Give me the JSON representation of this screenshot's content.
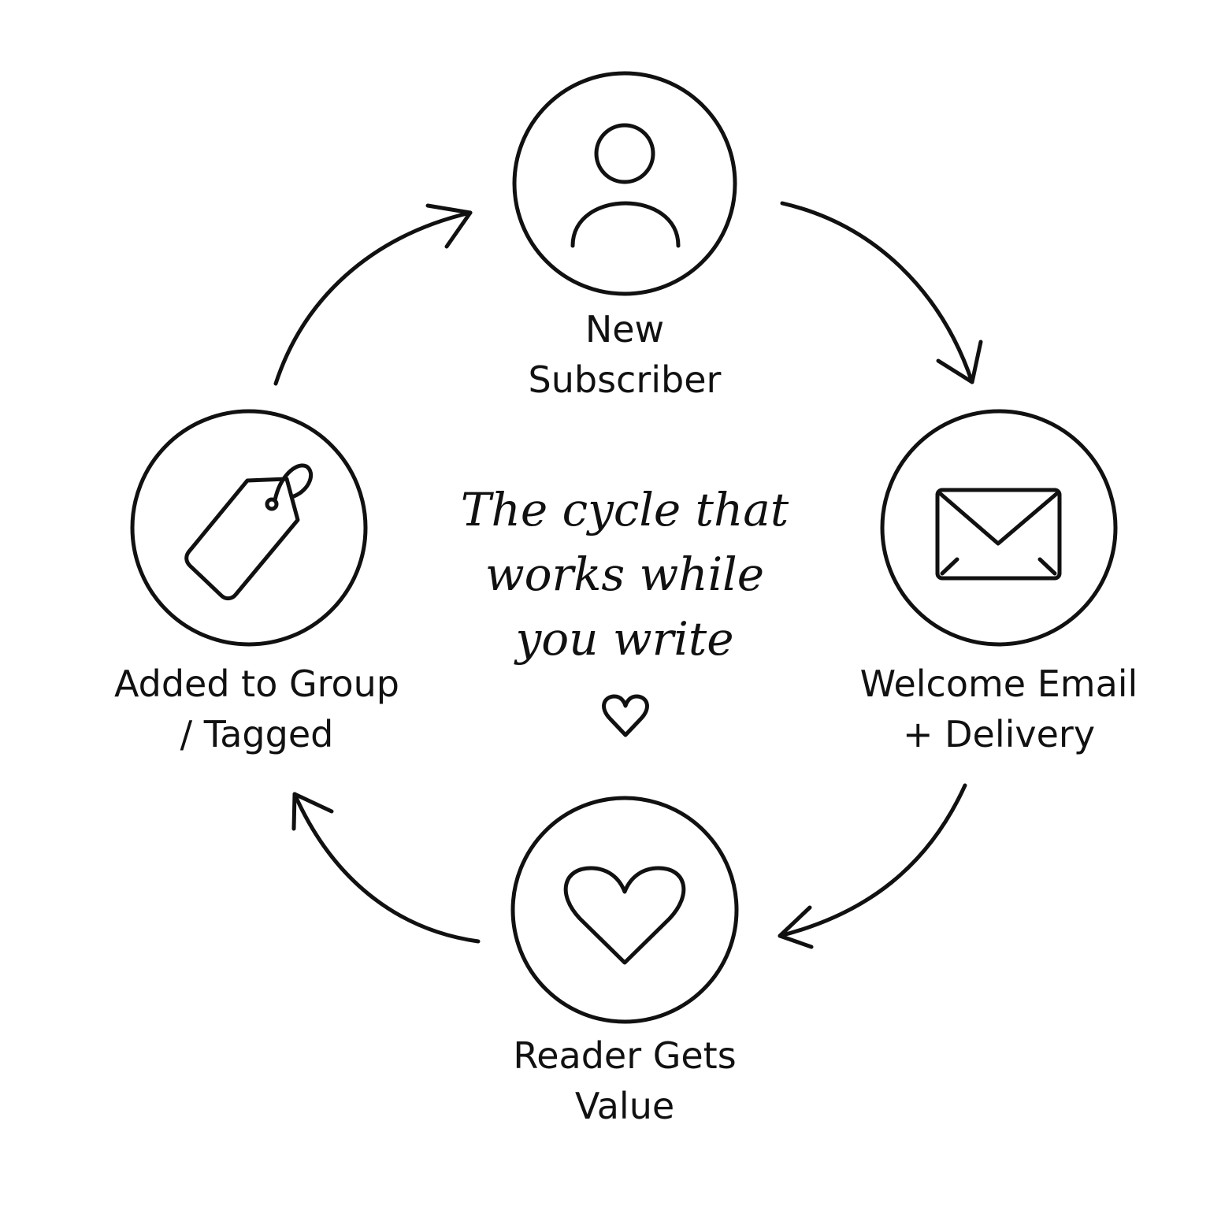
{
  "colors": {
    "ink": "#111111",
    "background": "#ffffff"
  },
  "center": {
    "lines": [
      "The cycle that",
      "works while",
      "you write"
    ],
    "icon": "heart-outline-icon"
  },
  "steps": [
    {
      "id": "new-subscriber",
      "icon": "person-icon",
      "lines": [
        "New",
        "Subscriber"
      ]
    },
    {
      "id": "welcome-email",
      "icon": "envelope-icon",
      "lines": [
        "Welcome Email",
        "+ Delivery"
      ]
    },
    {
      "id": "reader-value",
      "icon": "heart-icon",
      "lines": [
        "Reader Gets",
        "Value"
      ]
    },
    {
      "id": "added-to-group",
      "icon": "tag-icon",
      "lines": [
        "Added to Group",
        "/ Tagged"
      ]
    }
  ]
}
